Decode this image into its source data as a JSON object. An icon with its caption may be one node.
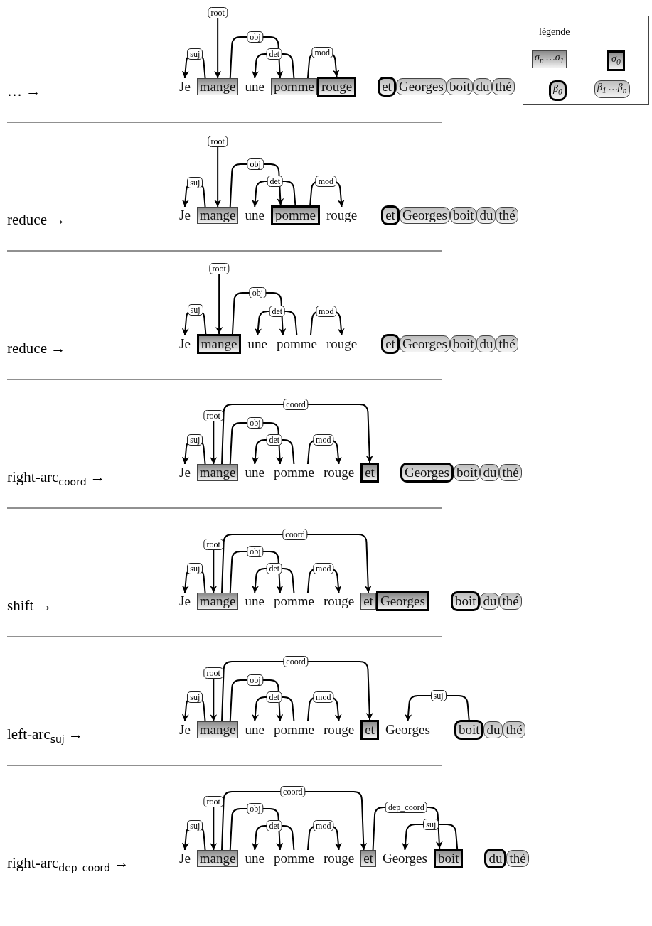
{
  "diagram": {
    "nodes": [
      {
        "text": [
          "Je"
        ]
      },
      {
        "text": [
          "mange"
        ]
      },
      {
        "text": [
          "une"
        ]
      },
      {
        "text": [
          "pomme"
        ]
      },
      {
        "text": [
          "rouge"
        ]
      },
      {
        "text": [
          "et"
        ]
      },
      {
        "text": [
          "Georges"
        ]
      },
      {
        "text": [
          "boit"
        ]
      },
      {
        "text": [
          "du"
        ]
      },
      {
        "text": [
          "thé"
        ]
      },
      {
        "text": [
          "Je"
        ]
      },
      {
        "text": [
          "mange"
        ]
      },
      {
        "text": [
          "une"
        ]
      },
      {
        "text": [
          "pomme"
        ]
      },
      {
        "text": [
          "rouge"
        ]
      },
      {
        "text": [
          "et"
        ]
      },
      {
        "text": [
          "Georges"
        ]
      },
      {
        "text": [
          "boit"
        ]
      },
      {
        "text": [
          "du"
        ]
      },
      {
        "text": [
          "thé"
        ]
      },
      {
        "text": [
          "Je"
        ]
      },
      {
        "text": [
          "mange"
        ]
      },
      {
        "text": [
          "une"
        ]
      },
      {
        "text": [
          "pomme"
        ]
      },
      {
        "text": [
          "rouge"
        ]
      },
      {
        "text": [
          "et"
        ]
      },
      {
        "text": [
          "Georges"
        ]
      },
      {
        "text": [
          "boit"
        ]
      },
      {
        "text": [
          "du"
        ]
      },
      {
        "text": [
          "thé"
        ]
      },
      {
        "text": [
          "Je"
        ]
      },
      {
        "text": [
          "mange"
        ]
      },
      {
        "text": [
          "une"
        ]
      },
      {
        "text": [
          "pomme"
        ]
      },
      {
        "text": [
          "rouge"
        ]
      },
      {
        "text": [
          "et"
        ]
      },
      {
        "text": [
          "Georges"
        ]
      },
      {
        "text": [
          "boit"
        ]
      },
      {
        "text": [
          "du"
        ]
      },
      {
        "text": [
          "thé"
        ]
      },
      {
        "text": [
          "Je"
        ]
      },
      {
        "text": [
          "mange"
        ]
      },
      {
        "text": [
          "une"
        ]
      },
      {
        "text": [
          "pomme"
        ]
      },
      {
        "text": [
          "rouge"
        ]
      },
      {
        "text": [
          "et"
        ]
      },
      {
        "text": [
          "Georges"
        ]
      },
      {
        "text": [
          "boit"
        ]
      },
      {
        "text": [
          "du"
        ]
      },
      {
        "text": [
          "thé"
        ]
      },
      {
        "text": [
          "Je"
        ]
      },
      {
        "text": [
          "mange"
        ]
      },
      {
        "text": [
          "une"
        ]
      },
      {
        "text": [
          "pomme"
        ]
      },
      {
        "text": [
          "rouge"
        ]
      },
      {
        "text": [
          "et"
        ]
      },
      {
        "text": [
          "Georges"
        ]
      },
      {
        "text": [
          "boit"
        ]
      },
      {
        "text": [
          "du"
        ]
      },
      {
        "text": [
          "thé"
        ]
      },
      {
        "text": [
          "Je"
        ]
      },
      {
        "text": [
          "mange"
        ]
      },
      {
        "text": [
          "une"
        ]
      },
      {
        "text": [
          "pomme"
        ]
      },
      {
        "text": [
          "rouge"
        ]
      },
      {
        "text": [
          "et"
        ]
      },
      {
        "text": [
          "Georges"
        ]
      },
      {
        "text": [
          "boit"
        ]
      },
      {
        "text": [
          "du"
        ]
      },
      {
        "text": [
          "thé"
        ]
      }
    ],
    "edges": [
      {
        "from": null,
        "to": 1,
        "arrow": "to",
        "label": "root"
      },
      {
        "from": 1,
        "to": 0,
        "arrow": "to",
        "label": "suj"
      },
      {
        "from": 1,
        "to": 3,
        "arrow": "to",
        "label": "obj"
      },
      {
        "from": 3,
        "to": 2,
        "arrow": "to",
        "label": "det"
      },
      {
        "from": 3,
        "to": 4,
        "arrow": "to",
        "label": "mod"
      },
      {
        "from": null,
        "to": 11,
        "arrow": "to",
        "label": "root"
      },
      {
        "from": 11,
        "to": 10,
        "arrow": "to",
        "label": "suj"
      },
      {
        "from": 11,
        "to": 13,
        "arrow": "to",
        "label": "obj"
      },
      {
        "from": 13,
        "to": 12,
        "arrow": "to",
        "label": "det"
      },
      {
        "from": 13,
        "to": 14,
        "arrow": "to",
        "label": "mod"
      },
      {
        "from": null,
        "to": 21,
        "arrow": "to",
        "label": "root"
      },
      {
        "from": 21,
        "to": 20,
        "arrow": "to",
        "label": "suj"
      },
      {
        "from": 21,
        "to": 23,
        "arrow": "to",
        "label": "obj"
      },
      {
        "from": 23,
        "to": 22,
        "arrow": "to",
        "label": "det"
      },
      {
        "from": 23,
        "to": 24,
        "arrow": "to",
        "label": "mod"
      },
      {
        "from": null,
        "to": 31,
        "arrow": "to",
        "label": "root"
      },
      {
        "from": 31,
        "to": 35,
        "arrow": "to",
        "label": "coord"
      },
      {
        "from": 31,
        "to": 30,
        "arrow": "to",
        "label": "suj"
      },
      {
        "from": 31,
        "to": 33,
        "arrow": "to",
        "label": "obj"
      },
      {
        "from": 33,
        "to": 32,
        "arrow": "to",
        "label": "det"
      },
      {
        "from": 33,
        "to": 34,
        "arrow": "to",
        "label": "mod"
      },
      {
        "from": null,
        "to": 41,
        "arrow": "to",
        "label": "root"
      },
      {
        "from": 41,
        "to": 45,
        "arrow": "to",
        "label": "coord"
      },
      {
        "from": 41,
        "to": 40,
        "arrow": "to",
        "label": "suj"
      },
      {
        "from": 41,
        "to": 43,
        "arrow": "to",
        "label": "obj"
      },
      {
        "from": 43,
        "to": 42,
        "arrow": "to",
        "label": "det"
      },
      {
        "from": 43,
        "to": 44,
        "arrow": "to",
        "label": "mod"
      },
      {
        "from": null,
        "to": 51,
        "arrow": "to",
        "label": "root"
      },
      {
        "from": 51,
        "to": 55,
        "arrow": "to",
        "label": "coord"
      },
      {
        "from": 51,
        "to": 50,
        "arrow": "to",
        "label": "suj"
      },
      {
        "from": 51,
        "to": 53,
        "arrow": "to",
        "label": "obj"
      },
      {
        "from": 53,
        "to": 52,
        "arrow": "to",
        "label": "det"
      },
      {
        "from": 53,
        "to": 54,
        "arrow": "to",
        "label": "mod"
      },
      {
        "from": 57,
        "to": 56,
        "arrow": "to",
        "label": "suj"
      },
      {
        "from": null,
        "to": 61,
        "arrow": "to",
        "label": "root"
      },
      {
        "from": 61,
        "to": 65,
        "arrow": "to",
        "label": "coord"
      },
      {
        "from": 61,
        "to": 60,
        "arrow": "to",
        "label": "suj"
      },
      {
        "from": 61,
        "to": 63,
        "arrow": "to",
        "label": "obj"
      },
      {
        "from": 63,
        "to": 62,
        "arrow": "to",
        "label": "det"
      },
      {
        "from": 63,
        "to": 64,
        "arrow": "to",
        "label": "mod"
      },
      {
        "from": 65,
        "to": 67,
        "arrow": "to",
        "label": "dep_coord"
      },
      {
        "from": 67,
        "to": 66,
        "arrow": "to",
        "label": "suj"
      }
    ],
    "labels": [
      "… →",
      "légende",
      "reduce →",
      "reduce →",
      "right-arc$_{coord}$ →",
      "shift →",
      "left-arc$_{suj}$ →",
      "right-arc$_{dep_coord}$ →"
    ],
    "legend": [
      {
        "text": "σ$_{n}$ …σ$_{1}$"
      },
      {
        "text": "σ$_{0}$"
      },
      {
        "text": "β$_{0}$"
      },
      {
        "text": "β$_{1}$ …β$_{n}$"
      }
    ]
  }
}
